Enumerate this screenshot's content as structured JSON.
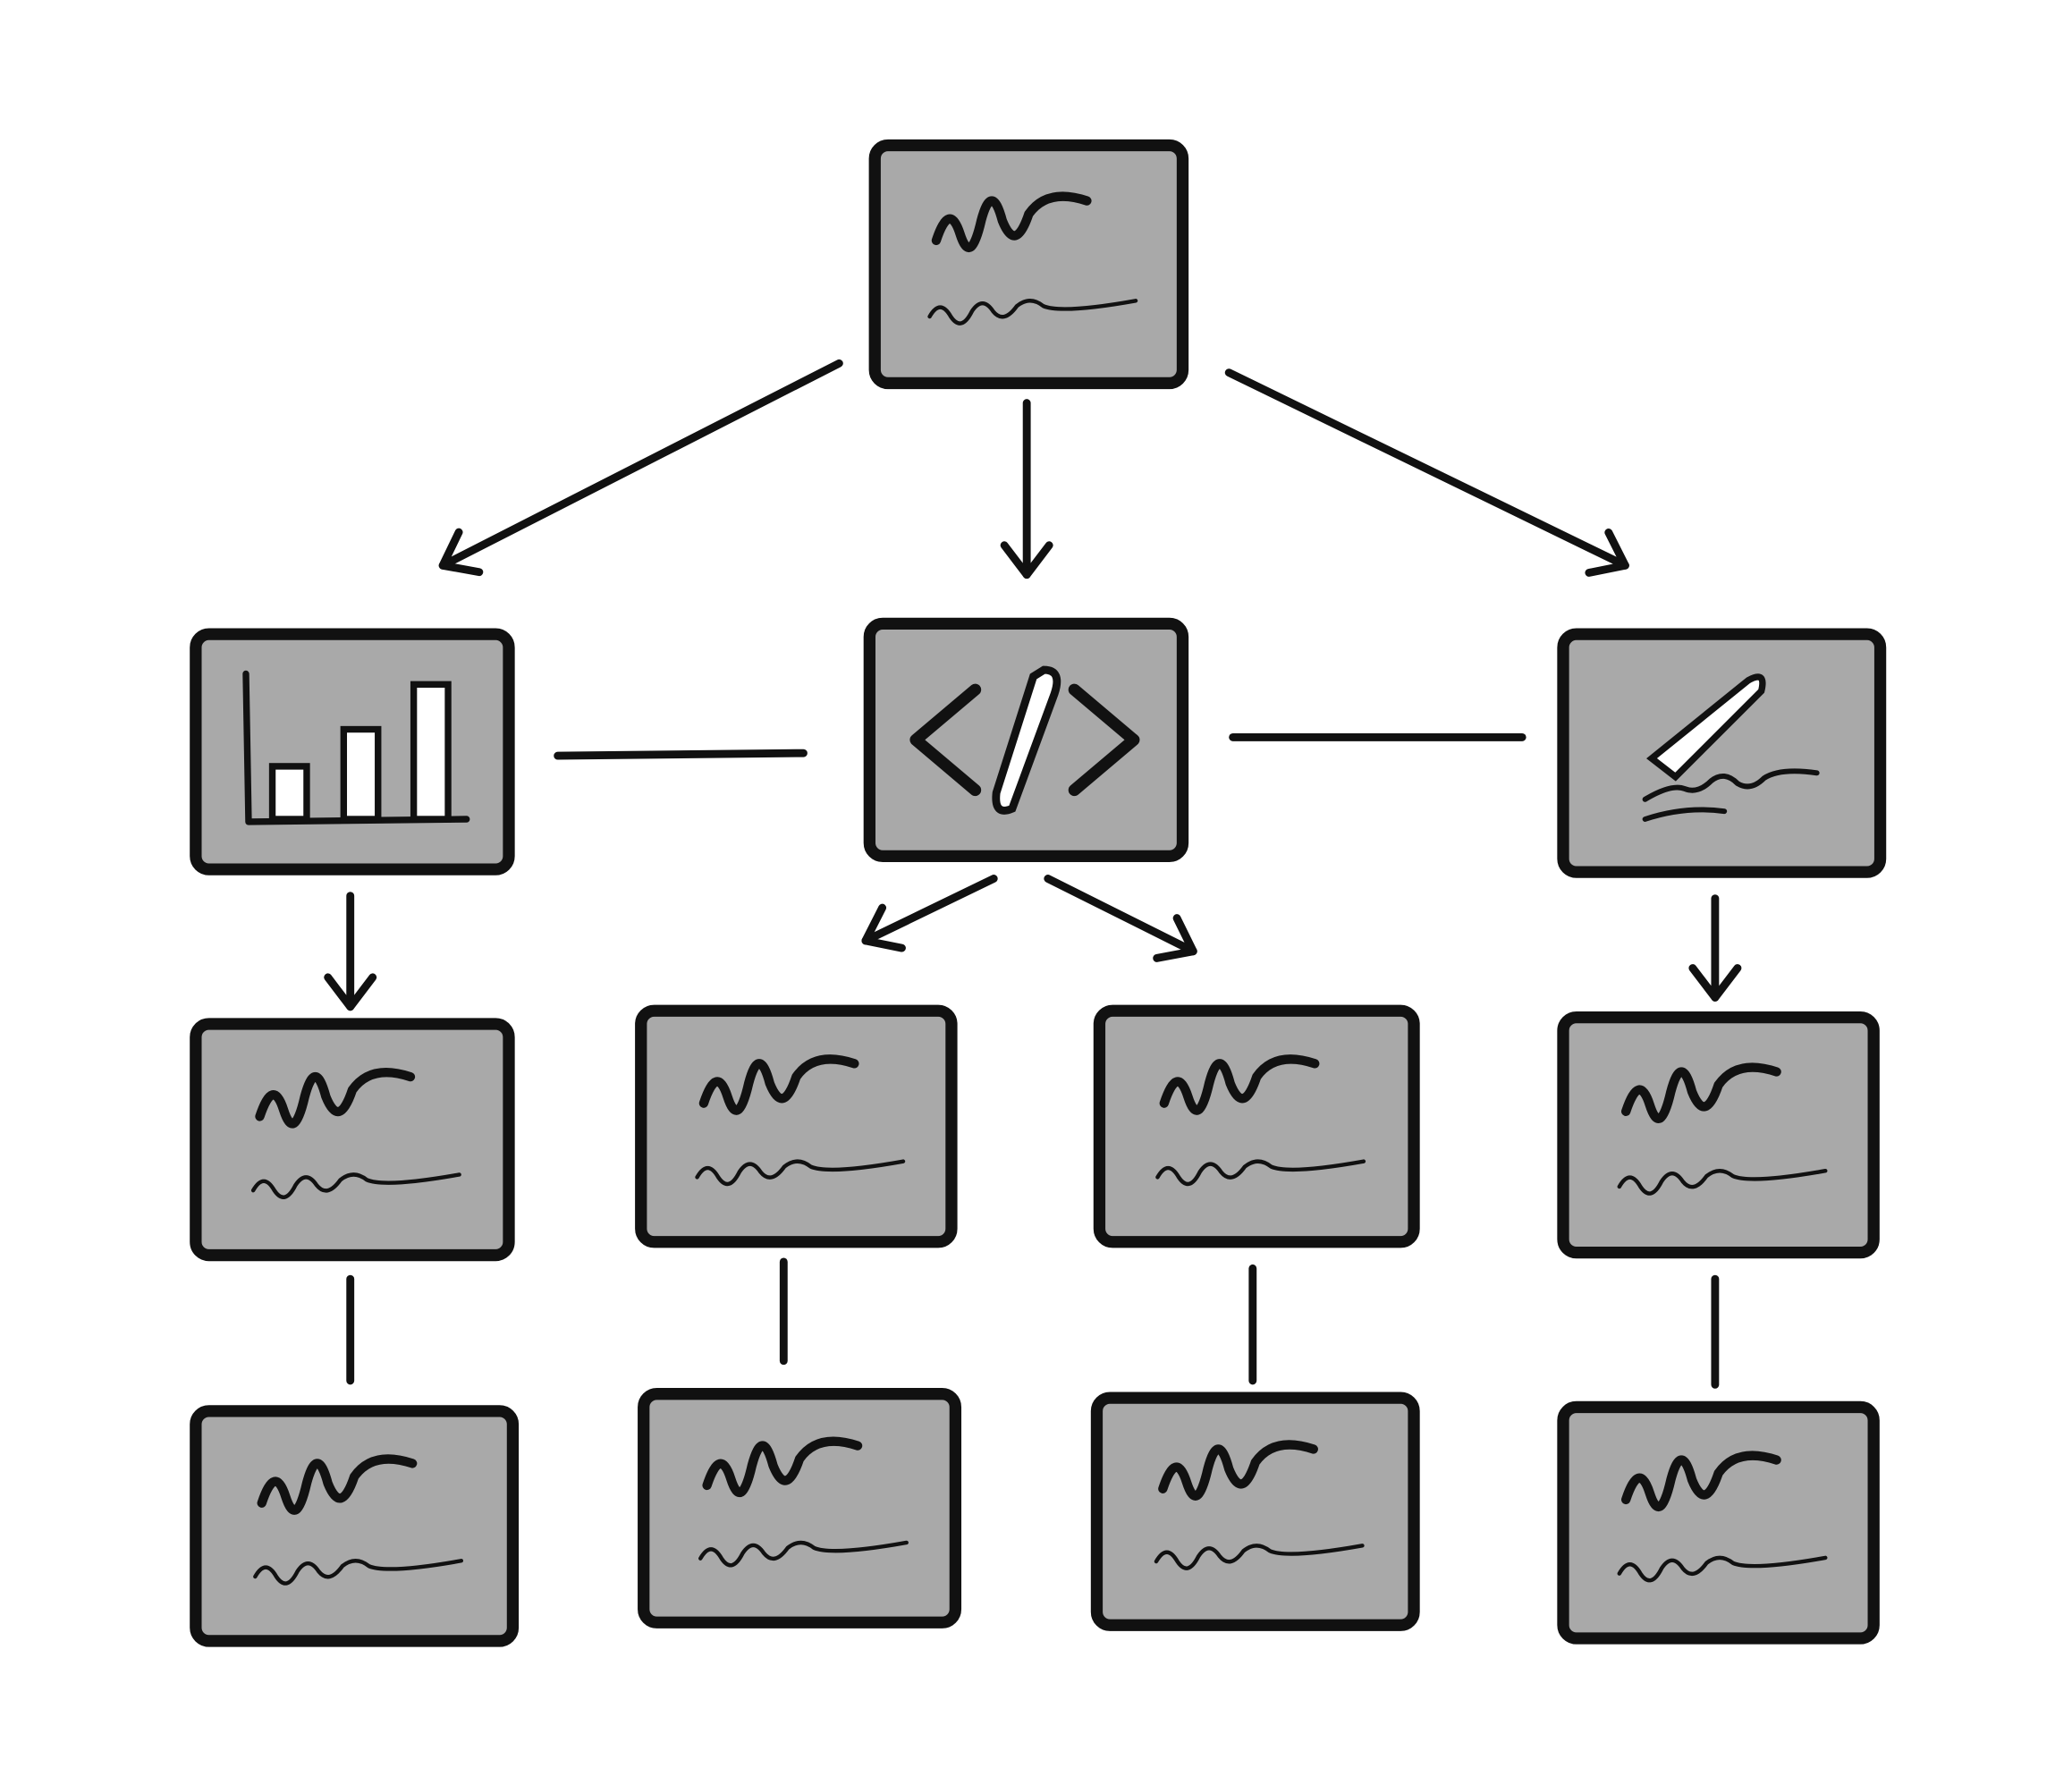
{
  "diagram": {
    "type": "hierarchy",
    "style": "hand-drawn sketch",
    "colors": {
      "node_fill": "#a9a9a9",
      "stroke": "#111111",
      "background": "#ffffff"
    },
    "nodes": [
      {
        "id": "root",
        "icon": "scribble-text-icon"
      },
      {
        "id": "chart",
        "icon": "bar-chart-icon"
      },
      {
        "id": "code",
        "icon": "code-icon"
      },
      {
        "id": "design",
        "icon": "pen-icon"
      },
      {
        "id": "chart-child-1",
        "icon": "scribble-text-icon"
      },
      {
        "id": "code-child-1",
        "icon": "scribble-text-icon"
      },
      {
        "id": "code-child-2",
        "icon": "scribble-text-icon"
      },
      {
        "id": "design-child-1",
        "icon": "scribble-text-icon"
      },
      {
        "id": "chart-child-2",
        "icon": "scribble-text-icon"
      },
      {
        "id": "code-child-3",
        "icon": "scribble-text-icon"
      },
      {
        "id": "code-child-4",
        "icon": "scribble-text-icon"
      },
      {
        "id": "design-child-2",
        "icon": "scribble-text-icon"
      }
    ],
    "edges": [
      {
        "from": "root",
        "to": "chart",
        "arrow": true
      },
      {
        "from": "root",
        "to": "code",
        "arrow": true
      },
      {
        "from": "root",
        "to": "design",
        "arrow": true
      },
      {
        "from": "chart",
        "to": "code",
        "arrow": false
      },
      {
        "from": "code",
        "to": "design",
        "arrow": false
      },
      {
        "from": "chart",
        "to": "chart-child-1",
        "arrow": true
      },
      {
        "from": "code",
        "to": "code-child-1",
        "arrow": true
      },
      {
        "from": "code",
        "to": "code-child-2",
        "arrow": true
      },
      {
        "from": "design",
        "to": "design-child-1",
        "arrow": true
      },
      {
        "from": "chart-child-1",
        "to": "chart-child-2",
        "arrow": false
      },
      {
        "from": "code-child-1",
        "to": "code-child-3",
        "arrow": false
      },
      {
        "from": "code-child-2",
        "to": "code-child-4",
        "arrow": false
      },
      {
        "from": "design-child-1",
        "to": "design-child-2",
        "arrow": false
      }
    ]
  }
}
